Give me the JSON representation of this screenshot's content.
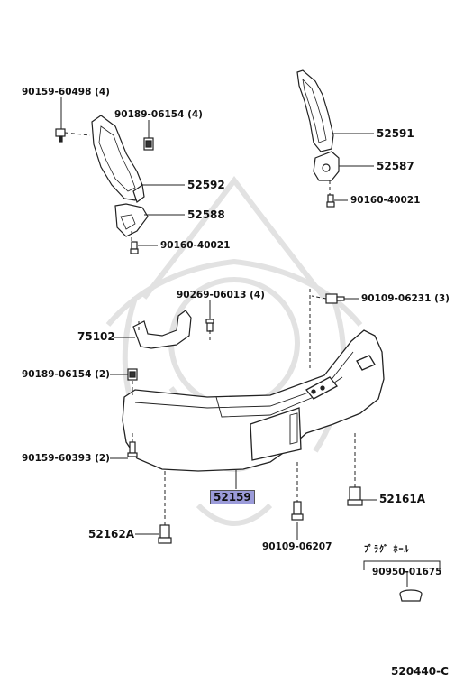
{
  "labels": {
    "p90159_60498": "90159-60498 (4)",
    "p90189_06154_4": "90189-06154 (4)",
    "p52592": "52592",
    "p52588": "52588",
    "p90160_40021_left": "90160-40021",
    "p52591": "52591",
    "p52587": "52587",
    "p90160_40021_right": "90160-40021",
    "p90269_06013": "90269-06013 (4)",
    "p90109_06231": "90109-06231 (3)",
    "p75102": "75102",
    "p90189_06154_2": "90189-06154 (2)",
    "p90159_60393": "90159-60393 (2)",
    "p52159": "52159",
    "p52161A": "52161A",
    "p52162A": "52162A",
    "p90109_06207": "90109-06207",
    "plug_hole_jp": "ﾌﾟﾗｸﾞ ﾎｰﾙ",
    "p90950_01675": "90950-01675",
    "diagram_code": "520440-C"
  },
  "colors": {
    "line": "#222222",
    "highlight": "#9b9bd9",
    "watermark": "#e4e4e4"
  },
  "icons": {
    "watermark": "samurai-helmet-watermark"
  }
}
